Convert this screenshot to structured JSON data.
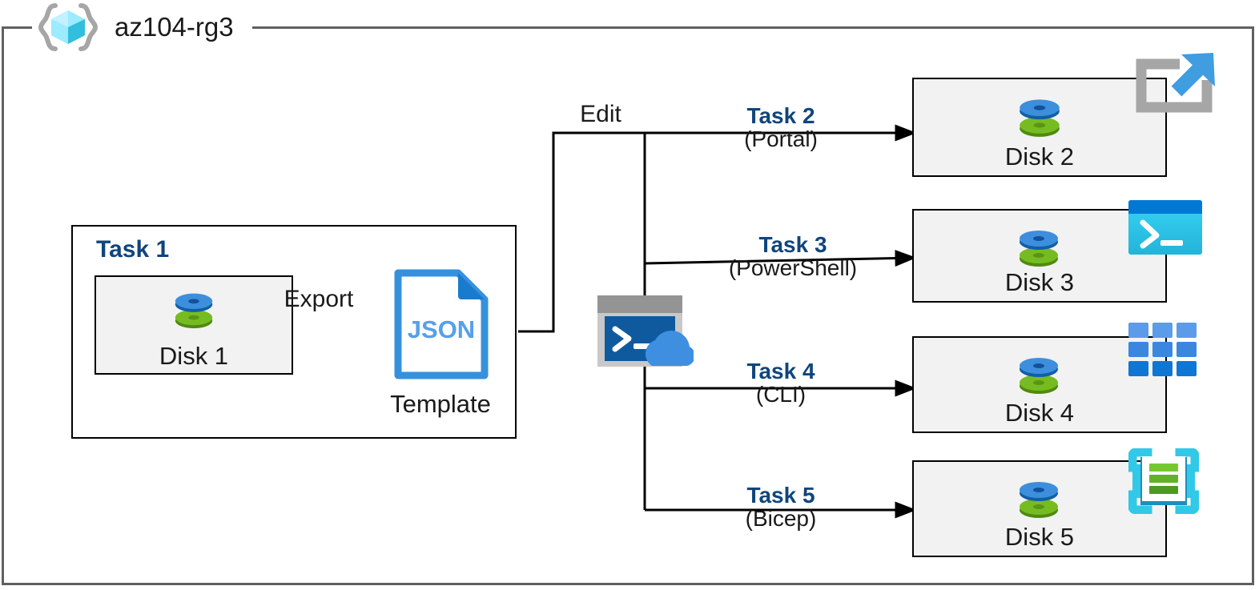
{
  "diagram": {
    "title": "az104-rg3",
    "resource_group_icon": "resource-group-icon",
    "frame_color": "#606060",
    "accent_color": "#10457c",
    "box_fill": "#f2f2f2"
  },
  "task1": {
    "label": "Task 1",
    "disk": {
      "label": "Disk 1",
      "icon": "disk-icon"
    },
    "export_label": "Export",
    "template": {
      "icon": "json-file-icon",
      "icon_text": "JSON",
      "label": "Template"
    }
  },
  "edit": {
    "label": "Edit",
    "cloud_shell_icon": "cloud-shell-icon"
  },
  "tasks": [
    {
      "primary": "Task 2",
      "secondary": "(Portal)",
      "disk_label": "Disk 2",
      "disk_icon": "disk-icon",
      "tool_icon": "azure-portal-icon"
    },
    {
      "primary": "Task 3",
      "secondary": "(PowerShell)",
      "disk_label": "Disk 3",
      "disk_icon": "disk-icon",
      "tool_icon": "powershell-icon"
    },
    {
      "primary": "Task 4",
      "secondary": "(CLI)",
      "disk_label": "Disk 4",
      "disk_icon": "disk-icon",
      "tool_icon": "azure-cli-icon"
    },
    {
      "primary": "Task 5",
      "secondary": "(Bicep)",
      "disk_label": "Disk 5",
      "disk_icon": "disk-icon",
      "tool_icon": "bicep-icon"
    }
  ]
}
